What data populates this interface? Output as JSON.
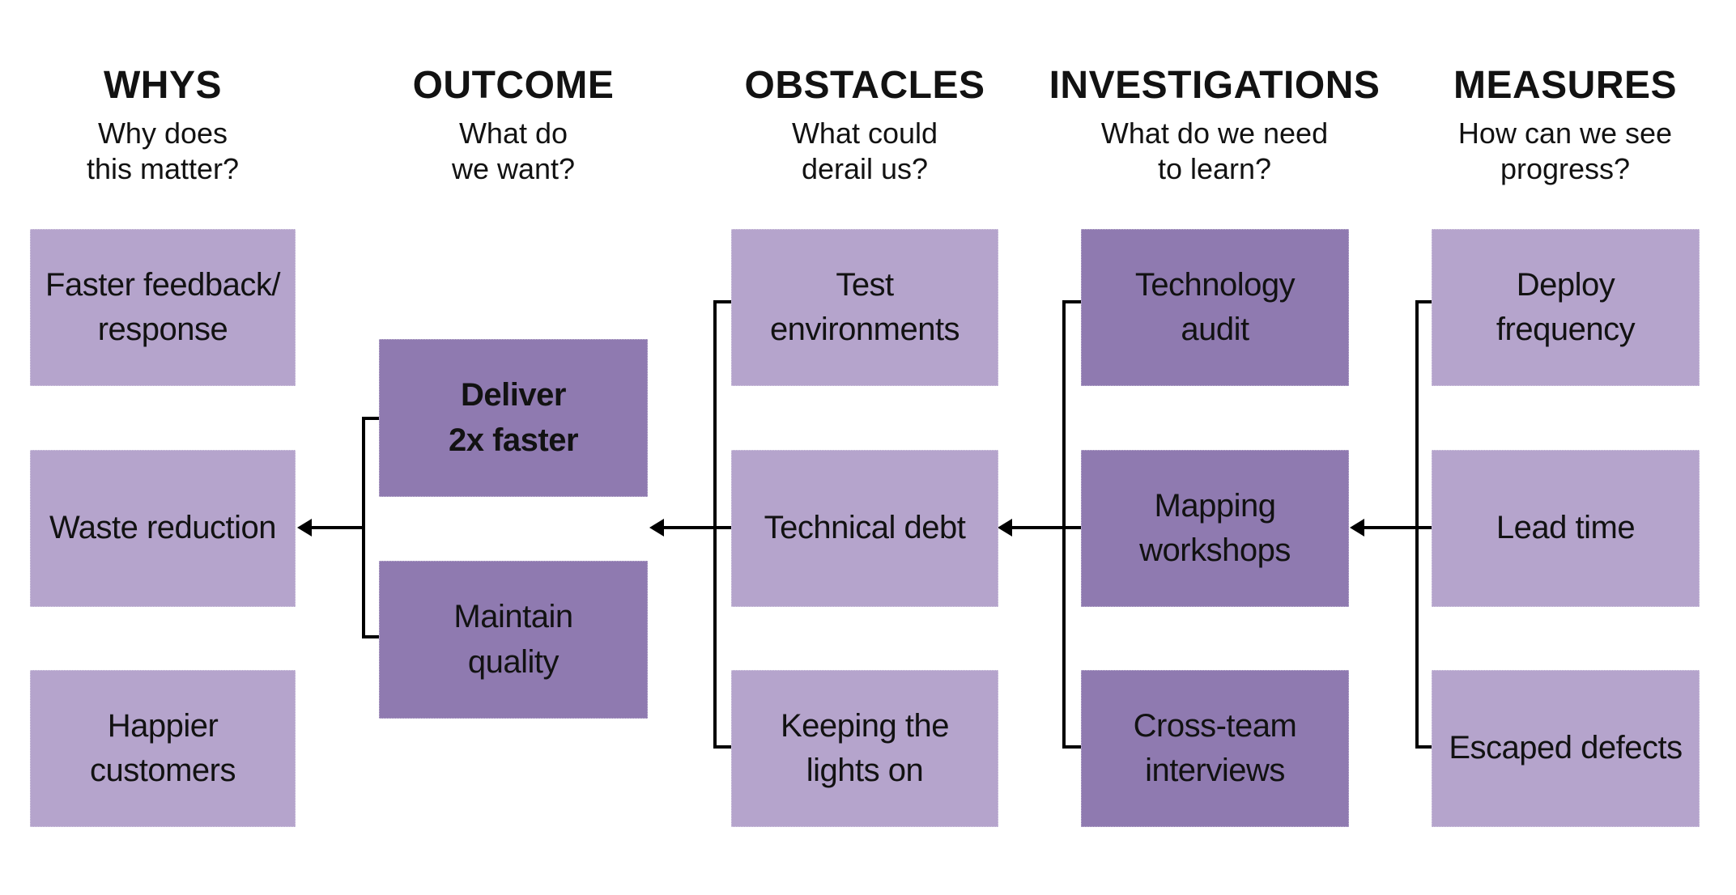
{
  "diagram": {
    "columns": [
      {
        "id": "whys",
        "title": "WHYS",
        "subtitle": "Why does\nthis matter?",
        "boxes": [
          {
            "label": "Faster feedback/\nresponse",
            "variant": "light"
          },
          {
            "label": "Waste reduction",
            "variant": "light"
          },
          {
            "label": "Happier\ncustomers",
            "variant": "light"
          }
        ]
      },
      {
        "id": "outcome",
        "title": "OUTCOME",
        "subtitle": "What do\nwe want?",
        "boxes": [
          {
            "label": "Deliver\n2x faster",
            "variant": "dark",
            "emphasis": true
          },
          {
            "label": "Maintain\nquality",
            "variant": "dark"
          }
        ]
      },
      {
        "id": "obstacles",
        "title": "OBSTACLES",
        "subtitle": "What could\nderail us?",
        "boxes": [
          {
            "label": "Test\nenvironments",
            "variant": "light"
          },
          {
            "label": "Technical debt",
            "variant": "light"
          },
          {
            "label": "Keeping the\nlights on",
            "variant": "light"
          }
        ]
      },
      {
        "id": "investigations",
        "title": "INVESTIGATIONS",
        "subtitle": "What do we need\nto learn?",
        "boxes": [
          {
            "label": "Technology\naudit",
            "variant": "dark"
          },
          {
            "label": "Mapping\nworkshops",
            "variant": "dark"
          },
          {
            "label": "Cross-team\ninterviews",
            "variant": "dark"
          }
        ]
      },
      {
        "id": "measures",
        "title": "MEASURES",
        "subtitle": "How can we see\nprogress?",
        "boxes": [
          {
            "label": "Deploy\nfrequency",
            "variant": "light"
          },
          {
            "label": "Lead time",
            "variant": "light"
          },
          {
            "label": "Escaped defects",
            "variant": "light"
          }
        ]
      }
    ],
    "colors": {
      "light_box": "#b5a4cc",
      "dark_box": "#8f7ab0",
      "connector": "#000000",
      "text": "#121212",
      "background": "#ffffff"
    }
  }
}
